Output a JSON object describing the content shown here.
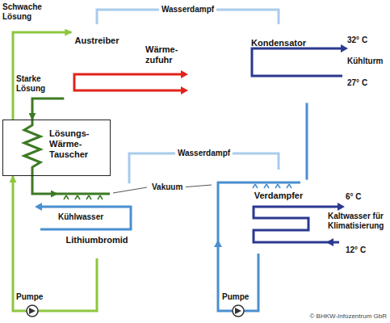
{
  "diagram": {
    "nodes": [
      {
        "text": [
          "Austreiber",
          "Wärme- zufuhr"
        ]
      },
      {
        "text": [
          "Kondensator"
        ]
      },
      {
        "text": [
          "Lösungs- Wärme- Tauscher"
        ]
      },
      {
        "text": [
          "Lithiumbromid"
        ]
      },
      {
        "text": [
          "Verdampfer"
        ]
      }
    ],
    "edges": [
      {
        "from": 0,
        "to": 1,
        "label": "Wasserdampf",
        "arrow": "none"
      },
      {
        "from": 1,
        "to": 4,
        "arrow": "none"
      },
      {
        "from": 4,
        "to": 3,
        "label": "Wasserdampf",
        "arrow": "none"
      },
      {
        "from": 3,
        "to": 2,
        "arrow": "to"
      },
      {
        "from": 2,
        "to": 0,
        "label": "Schwache Lösung",
        "arrow": "to"
      },
      {
        "from": 0,
        "to": 2,
        "label": "Starke Lösung",
        "arrow": "to"
      },
      {
        "from": 2,
        "to": 3,
        "arrow": "to"
      }
    ],
    "labels": [
      "32° C",
      "Kühlturm",
      "27° C",
      "Kühlwasser",
      "Vakuum",
      "6° C",
      "Kaltwasser für Klimatisierung",
      "12° C",
      "Pumpe",
      "Pumpe",
      "© BHKW-Infozentrum GbR"
    ]
  }
}
